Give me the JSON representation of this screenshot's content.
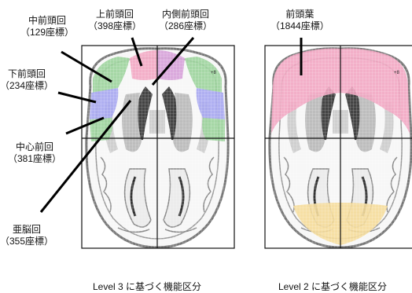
{
  "left_panel": {
    "caption": "Level 3 に基づく機能区分",
    "slice_mark": "+8",
    "labels": {
      "middle_frontal": {
        "name": "中前頭回",
        "count": "（129座標）"
      },
      "superior_frontal": {
        "name": "上前頭回",
        "count": "（398座標）"
      },
      "medial_frontal": {
        "name": "内側前頭回",
        "count": "（286座標）"
      },
      "inferior_frontal": {
        "name": "下前頭回",
        "count": "（234座標）"
      },
      "precentral": {
        "name": "中心前回",
        "count": "（381座標）"
      },
      "subgyral": {
        "name": "亜脳回",
        "count": "（355座標）"
      }
    },
    "region_colors": {
      "middle_frontal": "#9bd39b",
      "superior_frontal": "#f2a6c2",
      "medial_frontal": "#d6a0d8",
      "inferior_frontal": "#a6a6f0",
      "precentral": "#9bd39b"
    }
  },
  "right_panel": {
    "caption": "Level 2 に基づく機能区分",
    "slice_mark": "+8",
    "labels": {
      "frontal_lobe": {
        "name": "前頭葉",
        "count": "（1844座標）"
      }
    },
    "region_colors": {
      "frontal_lobe": "#f2a6c2",
      "occipital_lobe": "#f5dc9a"
    }
  }
}
